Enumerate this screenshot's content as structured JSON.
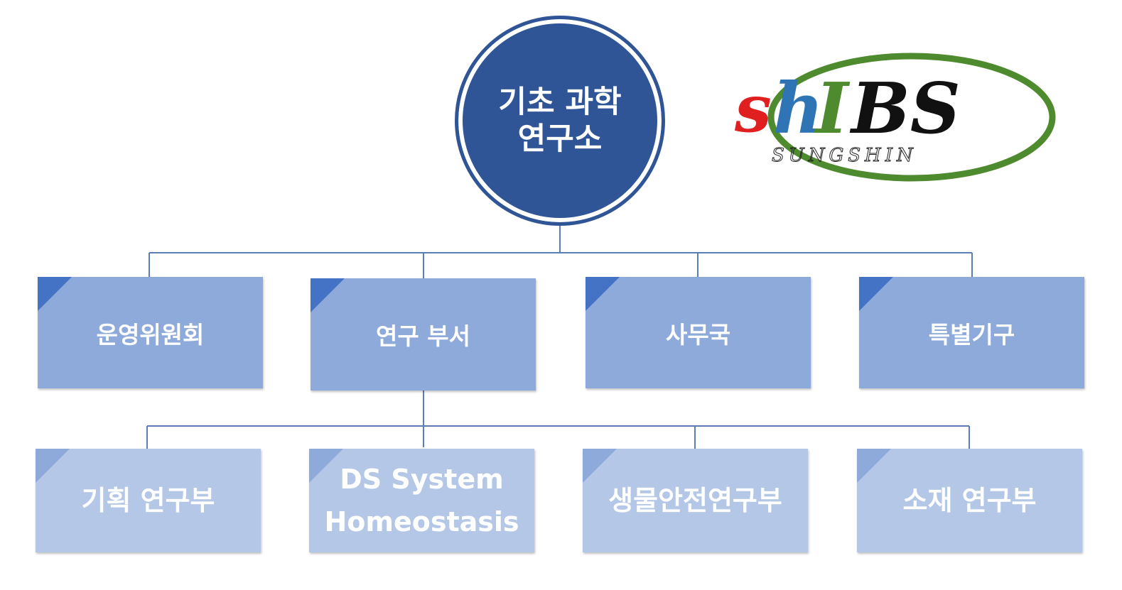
{
  "root": {
    "line1": "기초 과학",
    "line2": "연구소"
  },
  "level1": [
    {
      "label": "운영위원회"
    },
    {
      "label": "연구 부서"
    },
    {
      "label": "사무국"
    },
    {
      "label": "특별기구"
    }
  ],
  "level2": [
    {
      "line1": "기획 연구부",
      "line2": ""
    },
    {
      "line1": "DS System",
      "line2": "Homeostasis"
    },
    {
      "line1": "생물안전연구부",
      "line2": ""
    },
    {
      "line1": "소재 연구부",
      "line2": ""
    }
  ],
  "logo": {
    "text": "shIBS",
    "subtext": "SUNGSHIN"
  },
  "colors": {
    "root": "#2f5597",
    "level1": "#8eaadb",
    "level1_fold": "#4472c4",
    "level2": "#b4c7e7",
    "connector": "#5b7fb5",
    "logo_ring": "#4e8a2e",
    "logo_s": "#e02020",
    "logo_h": "#2f75b5"
  }
}
